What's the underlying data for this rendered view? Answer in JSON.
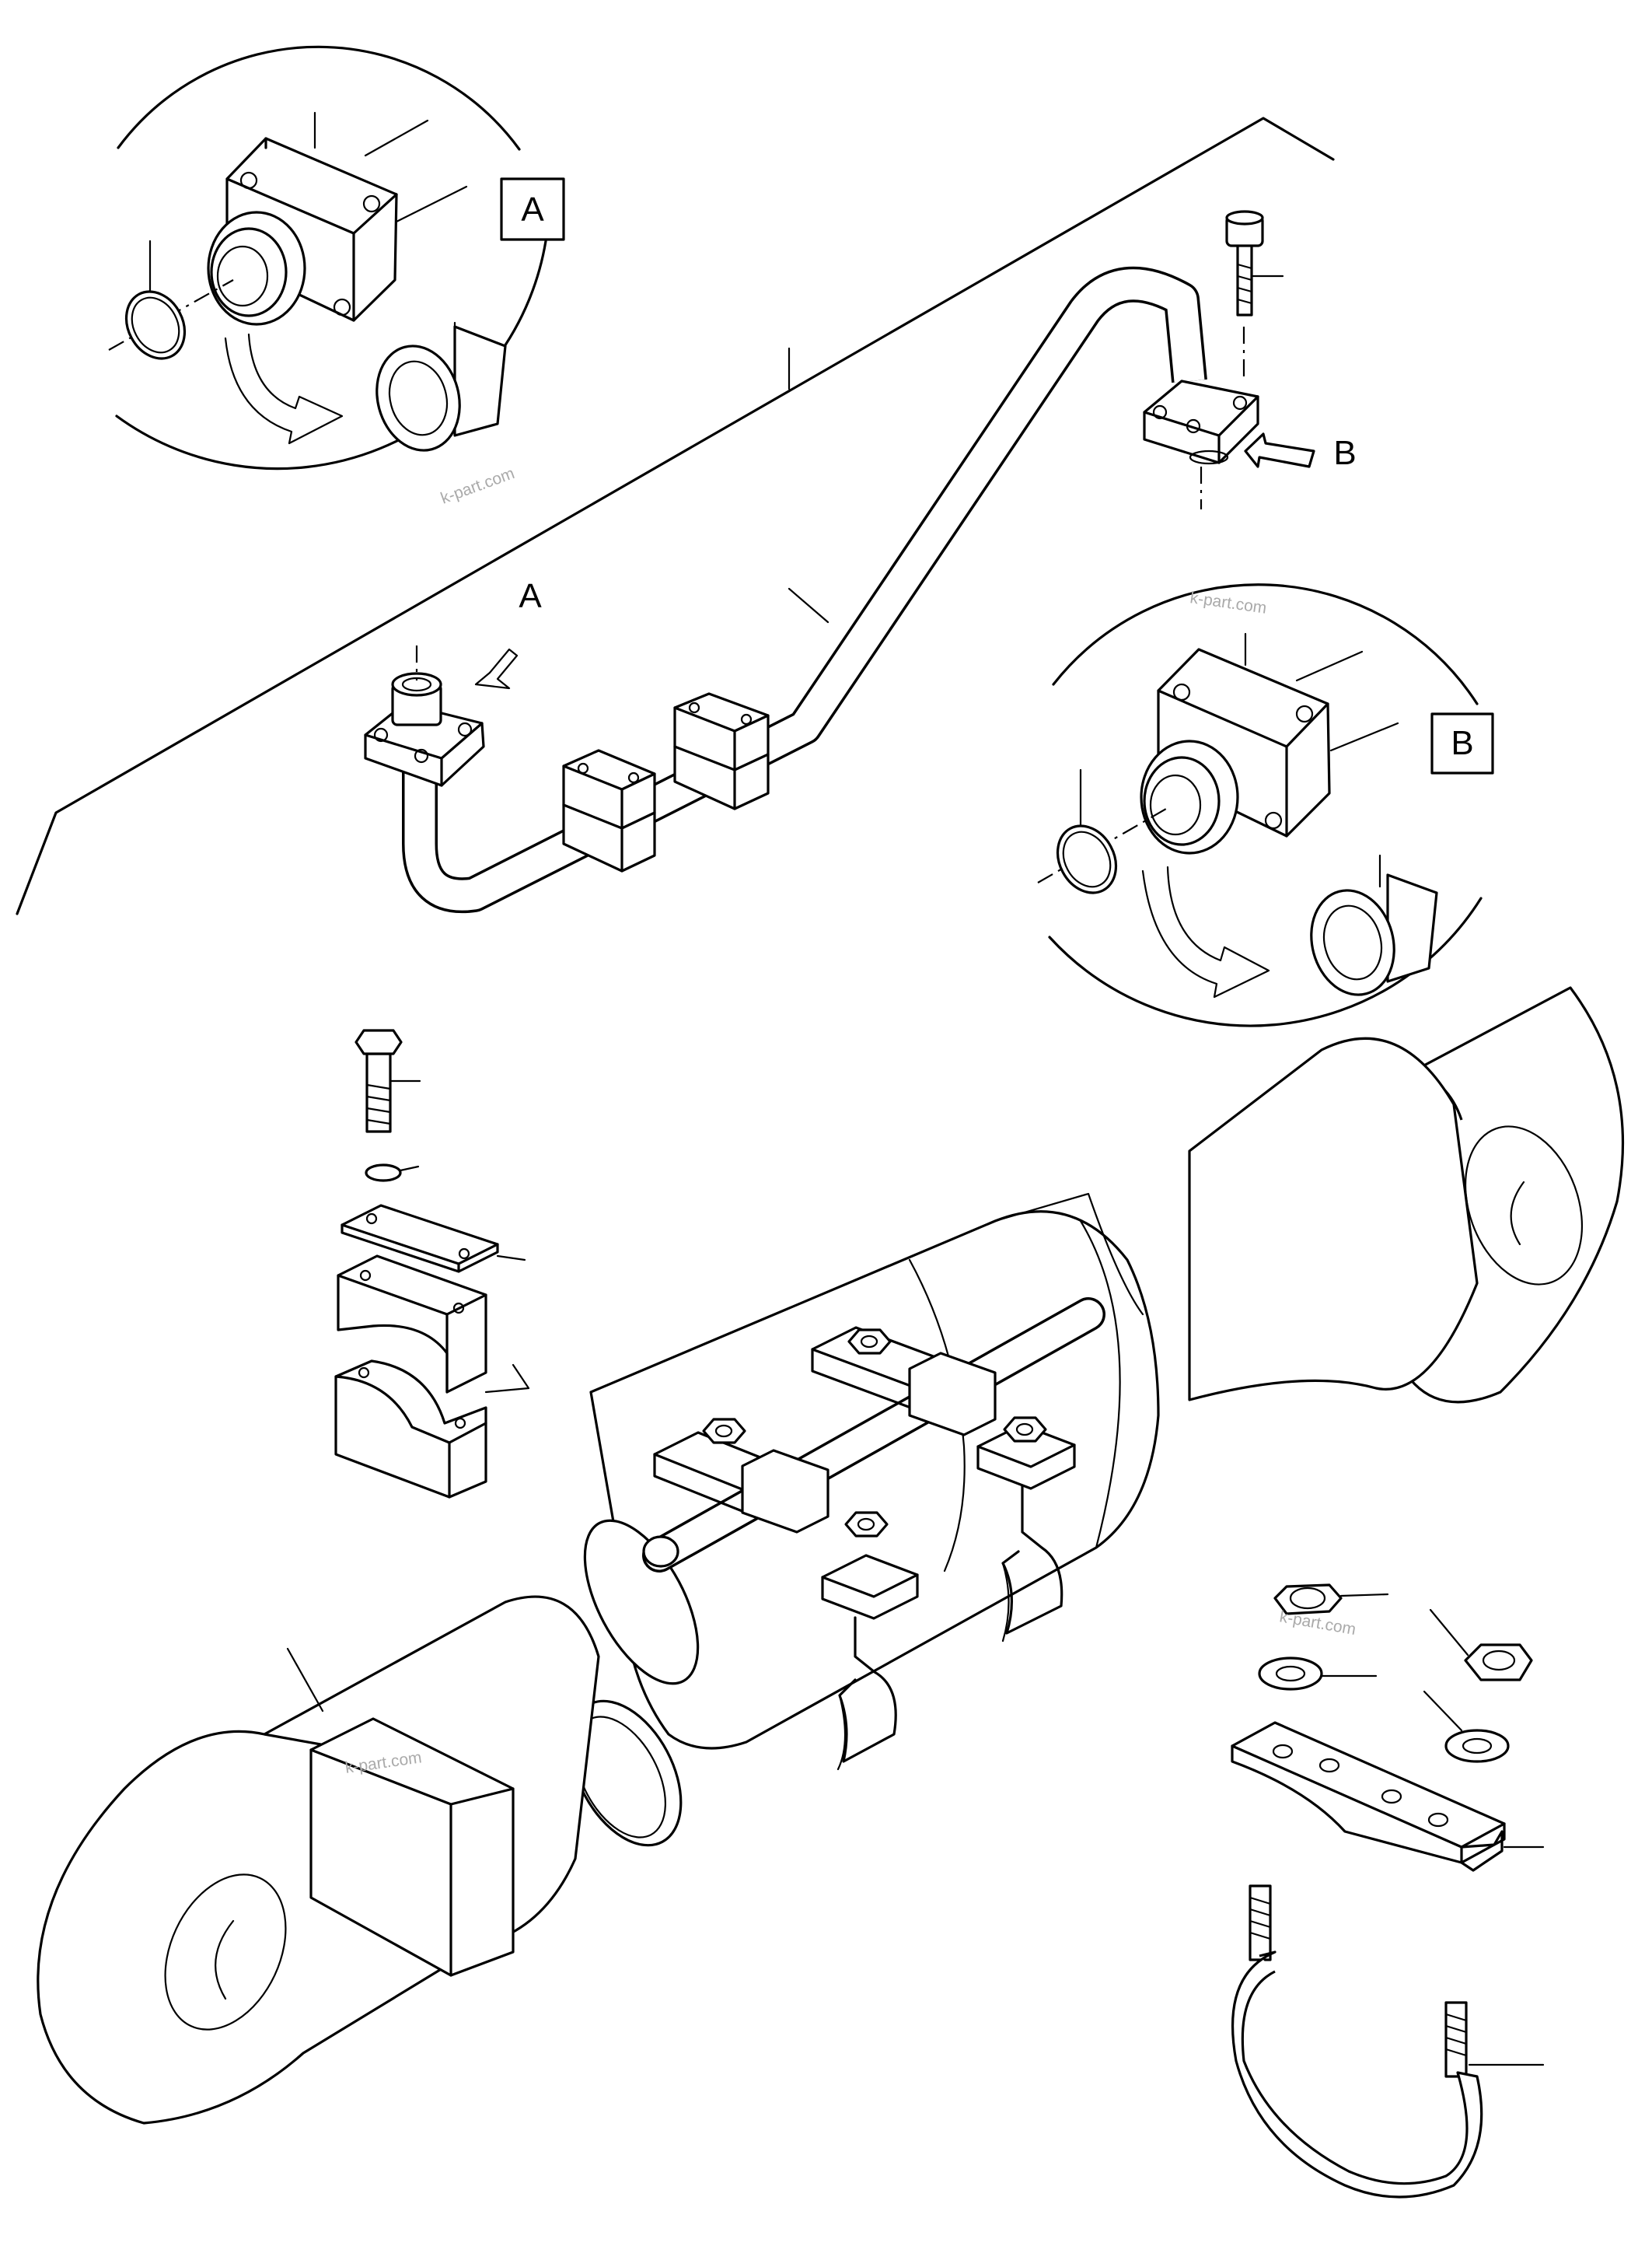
{
  "detail_labels": {
    "a_box": "A",
    "b_box": "B",
    "a_arrow": "A",
    "b_arrow": "B"
  },
  "watermark": "k-part.com",
  "colors": {
    "line": "#000000",
    "background": "#ffffff",
    "watermark": "#aaaaaa"
  }
}
